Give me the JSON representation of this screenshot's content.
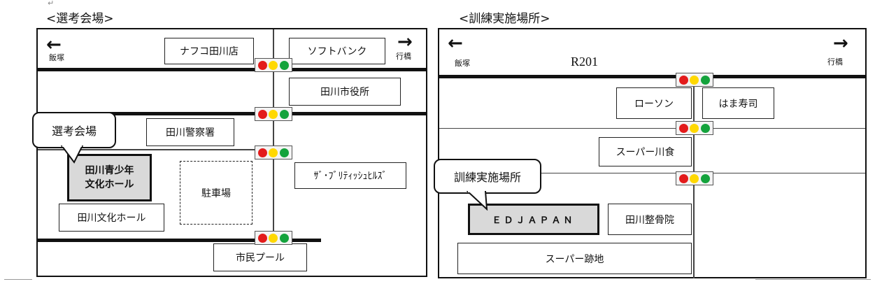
{
  "colors": {
    "signal_red": "#e31b1b",
    "signal_yellow": "#ffd800",
    "signal_green": "#14a33c",
    "venue_fill": "#d9d9d9"
  },
  "doc": {
    "top_mark": "↵"
  },
  "left": {
    "title": "<選考会場>",
    "arrow_left_label": "飯塚",
    "arrow_right_label": "行橋",
    "boxes": {
      "nafuko": "ナフコ田川店",
      "softbank": "ソフトバンク",
      "city_hall": "田川市役所",
      "police": "田川警察署",
      "venue_line1": "田川青少年",
      "venue_line2": "文化ホール",
      "parking": "駐車場",
      "british_hills": "ｻﾞ･ﾌﾞﾘﾃｨｯｼｭﾋﾙｽﾞ",
      "bunka_hall": "田川文化ホール",
      "pool": "市民プール"
    },
    "callout": "選考会場"
  },
  "right": {
    "title": "<訓練実施場所>",
    "arrow_left_label": "飯塚",
    "arrow_right_label": "行橋",
    "road_label": "R201",
    "boxes": {
      "lawson": "ローソン",
      "hama_sushi": "はま寿司",
      "super_kawashoku": "スーパー川食",
      "ed_japan": "ＥＤＪＡＰＡＮ",
      "seikotsuin": "田川整骨院",
      "super_ato": "スーパー跡地"
    },
    "callout": "訓練実施場所"
  }
}
